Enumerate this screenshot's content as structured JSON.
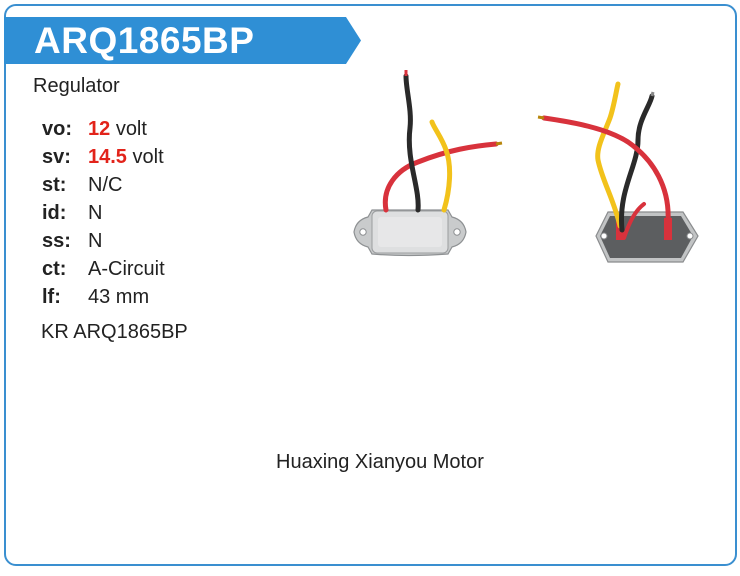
{
  "banner": {
    "title": "ARQ1865BP",
    "color": "#2f8fd5"
  },
  "product": {
    "category": "Regulator"
  },
  "specs": [
    {
      "key": "vo:",
      "value": "12",
      "unit": "volt",
      "highlight": true
    },
    {
      "key": "sv:",
      "value": "14.5",
      "unit": "volt",
      "highlight": true
    },
    {
      "key": "st:",
      "value": "N/C",
      "unit": "",
      "highlight": false
    },
    {
      "key": "id:",
      "value": "N",
      "unit": "",
      "highlight": false
    },
    {
      "key": "ss:",
      "value": "N",
      "unit": "",
      "highlight": false
    },
    {
      "key": "ct:",
      "value": "A-Circuit",
      "unit": "",
      "highlight": false
    },
    {
      "key": "lf:",
      "value": "43 mm",
      "unit": "",
      "highlight": false
    }
  ],
  "reference": "KR ARQ1865BP",
  "manufacturer": "Huaxing Xianyou Motor",
  "colors": {
    "border": "#3a8fd0",
    "highlight": "#e2231a",
    "wire_red": "#d8323c",
    "wire_black": "#2a2a2a",
    "wire_yellow": "#f2c21b"
  }
}
